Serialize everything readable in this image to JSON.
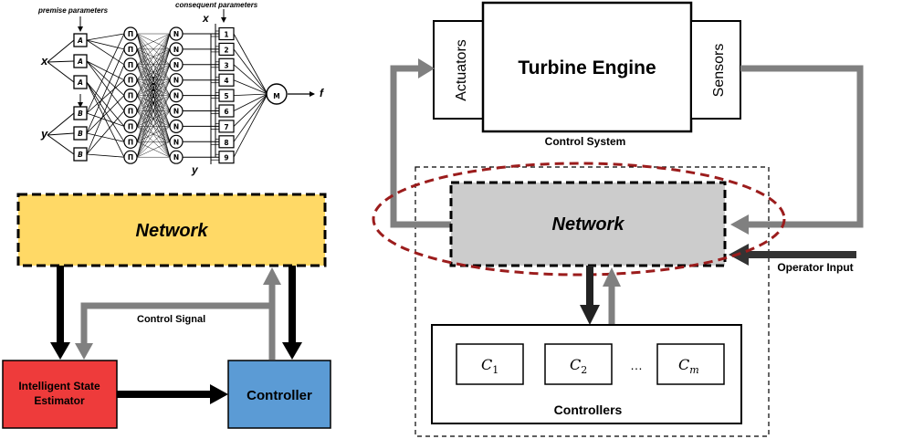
{
  "anfis": {
    "premise_label": "premise parameters",
    "consequent_label": "consequent parameters",
    "input_x": "x",
    "input_y": "y",
    "output_f": "f",
    "cons_x": "x",
    "cons_y": "y",
    "input_nodes": [
      "A",
      "A",
      "A",
      "B",
      "B",
      "B"
    ],
    "product_symbol": "Π",
    "norm_symbol": "N",
    "rule_numbers": [
      "1",
      "2",
      "3",
      "4",
      "5",
      "6",
      "7",
      "8",
      "9"
    ],
    "sum_symbol": "M"
  },
  "left": {
    "network_label": "Network",
    "control_signal_label": "Control Signal",
    "estimator_line1": "Intelligent State",
    "estimator_line2": "Estimator",
    "controller_label": "Controller",
    "colors": {
      "network": "#ffd966",
      "estimator": "#ee3b3b",
      "controller": "#5b9bd5",
      "grey_arrow": "#808080"
    }
  },
  "right": {
    "actuators_label": "Actuators",
    "engine_label": "Turbine Engine",
    "sensors_label": "Sensors",
    "control_system_label": "Control System",
    "network_label": "Network",
    "operator_input_label": "Operator Input",
    "controllers_label": "Controllers",
    "controller_c": "C",
    "controller_subscripts": [
      "1",
      "2",
      "m"
    ],
    "ellipsis": "…",
    "colors": {
      "network_fill": "#cccccc",
      "ellipse": "#9b1c1c",
      "grey_arrow": "#808080",
      "dark_arrow": "#333333"
    }
  }
}
